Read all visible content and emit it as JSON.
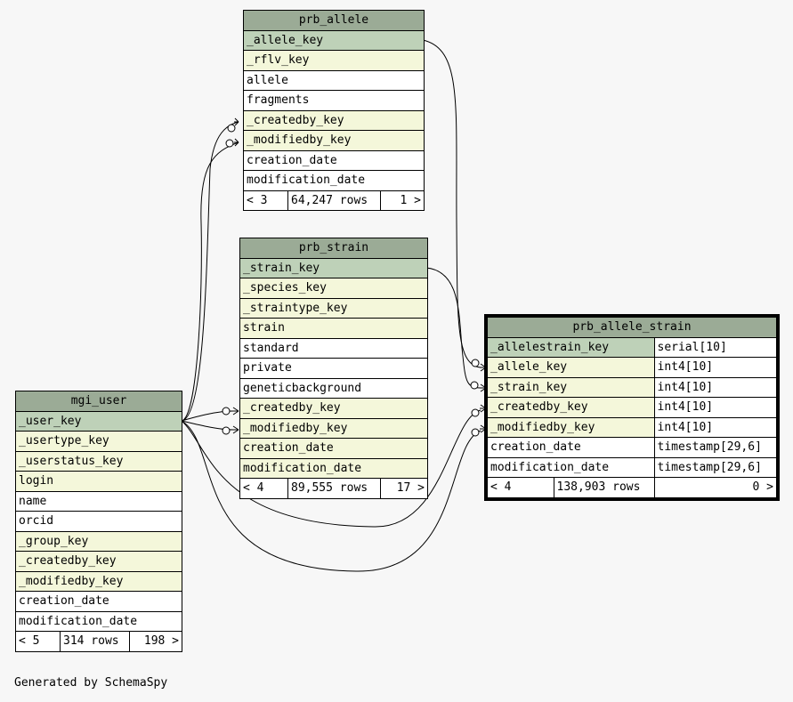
{
  "tables": {
    "prb_allele": {
      "title": "prb_allele",
      "columns": [
        {
          "name": "_allele_key",
          "kind": "pk"
        },
        {
          "name": "_rflv_key",
          "kind": "fk"
        },
        {
          "name": "allele",
          "kind": "plain"
        },
        {
          "name": "fragments",
          "kind": "plain"
        },
        {
          "name": "_createdby_key",
          "kind": "fk"
        },
        {
          "name": "_modifiedby_key",
          "kind": "fk"
        },
        {
          "name": "creation_date",
          "kind": "plain"
        },
        {
          "name": "modification_date",
          "kind": "plain"
        }
      ],
      "footer": {
        "parents": "< 3",
        "rows": "64,247 rows",
        "children": "1 >"
      }
    },
    "prb_strain": {
      "title": "prb_strain",
      "columns": [
        {
          "name": "_strain_key",
          "kind": "pk"
        },
        {
          "name": "_species_key",
          "kind": "fk"
        },
        {
          "name": "_straintype_key",
          "kind": "fk"
        },
        {
          "name": "strain",
          "kind": "fk"
        },
        {
          "name": "standard",
          "kind": "plain"
        },
        {
          "name": "private",
          "kind": "plain"
        },
        {
          "name": "geneticbackground",
          "kind": "plain"
        },
        {
          "name": "_createdby_key",
          "kind": "fk"
        },
        {
          "name": "_modifiedby_key",
          "kind": "fk"
        },
        {
          "name": "creation_date",
          "kind": "fk"
        },
        {
          "name": "modification_date",
          "kind": "fk"
        }
      ],
      "footer": {
        "parents": "< 4",
        "rows": "89,555 rows",
        "children": "17 >"
      }
    },
    "mgi_user": {
      "title": "mgi_user",
      "columns": [
        {
          "name": "_user_key",
          "kind": "pk"
        },
        {
          "name": "_usertype_key",
          "kind": "fk"
        },
        {
          "name": "_userstatus_key",
          "kind": "fk"
        },
        {
          "name": "login",
          "kind": "fk"
        },
        {
          "name": "name",
          "kind": "plain"
        },
        {
          "name": "orcid",
          "kind": "plain"
        },
        {
          "name": "_group_key",
          "kind": "fk"
        },
        {
          "name": "_createdby_key",
          "kind": "fk"
        },
        {
          "name": "_modifiedby_key",
          "kind": "fk"
        },
        {
          "name": "creation_date",
          "kind": "plain"
        },
        {
          "name": "modification_date",
          "kind": "plain"
        }
      ],
      "footer": {
        "parents": "< 5",
        "rows": "314 rows",
        "children": "198 >"
      }
    },
    "prb_allele_strain": {
      "title": "prb_allele_strain",
      "columns": [
        {
          "name": "_allelestrain_key",
          "type": "serial[10]",
          "kind": "pk"
        },
        {
          "name": "_allele_key",
          "type": "int4[10]",
          "kind": "fk"
        },
        {
          "name": "_strain_key",
          "type": "int4[10]",
          "kind": "fk"
        },
        {
          "name": "_createdby_key",
          "type": "int4[10]",
          "kind": "fk"
        },
        {
          "name": "_modifiedby_key",
          "type": "int4[10]",
          "kind": "fk"
        },
        {
          "name": "creation_date",
          "type": "timestamp[29,6]",
          "kind": "plain"
        },
        {
          "name": "modification_date",
          "type": "timestamp[29,6]",
          "kind": "plain"
        }
      ],
      "footer": {
        "parents": "< 4",
        "rows": "138,903 rows",
        "children": "0 >"
      }
    }
  },
  "footer_text": "Generated by SchemaSpy"
}
